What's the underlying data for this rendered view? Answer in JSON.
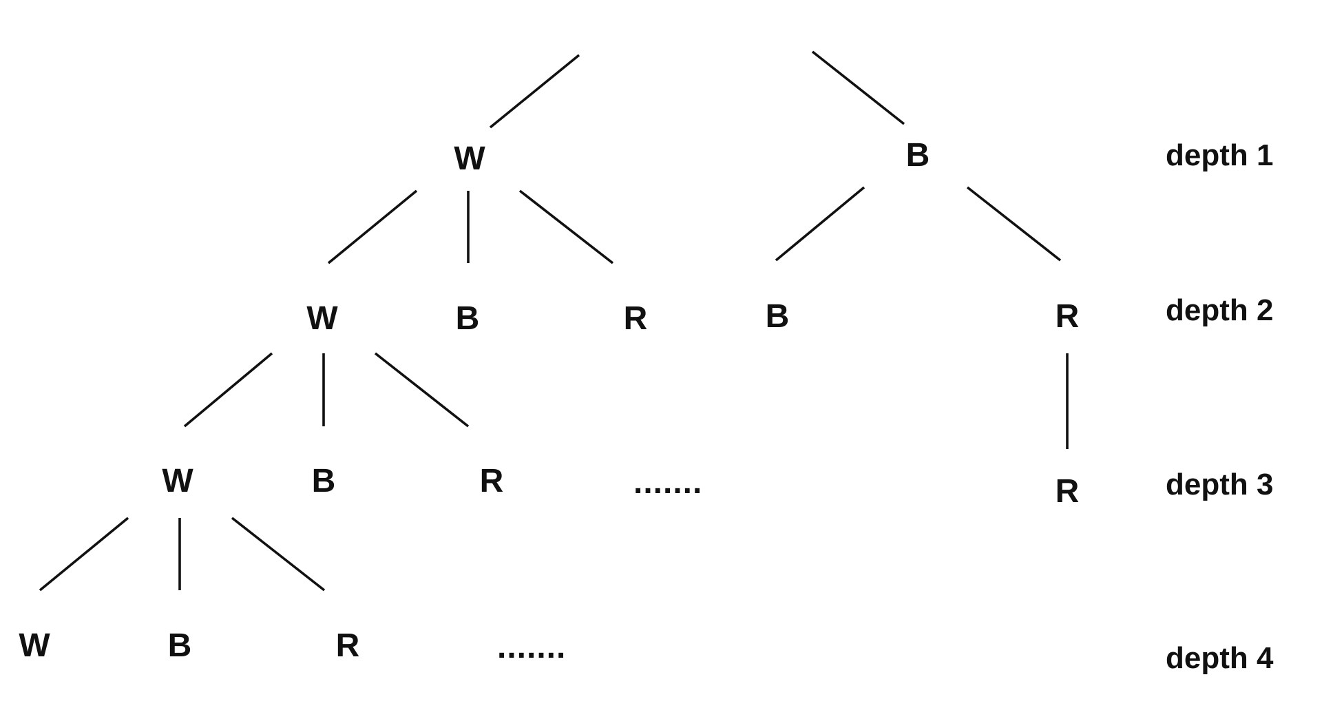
{
  "tree": {
    "nodes": {
      "d1_w": "W",
      "d1_b": "B",
      "d2_w": "W",
      "d2_b": "B",
      "d2_r": "R",
      "d2_b2": "B",
      "d2_r2": "R",
      "d3_w": "W",
      "d3_b": "B",
      "d3_r": "R",
      "d3_r2": "R",
      "d4_w": "W",
      "d4_b": "B",
      "d4_r": "R"
    },
    "ellipses": {
      "d3": ".......",
      "d4": "......."
    }
  },
  "depth_labels": [
    "depth 1",
    "depth 2",
    "depth 3",
    "depth 4"
  ]
}
